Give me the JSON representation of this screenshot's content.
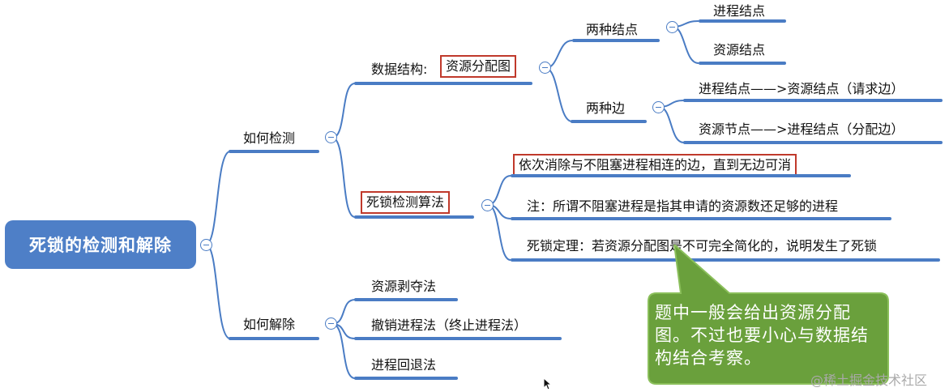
{
  "root": {
    "label": "死锁的检测和解除"
  },
  "detect": {
    "label": "如何检测",
    "data_structure": {
      "prefix": "数据结构:",
      "highlight": "资源分配图",
      "two_nodes": {
        "label": "两种结点",
        "children": [
          "进程结点",
          "资源结点"
        ]
      },
      "two_edges": {
        "label": "两种边",
        "children": [
          "进程结点——>资源结点（请求边）",
          "资源节点——>进程结点（分配边）"
        ]
      }
    },
    "algorithm": {
      "label": "死锁检测算法",
      "children": [
        "依次消除与不阻塞进程相连的边，直到无边可消",
        "注：所谓不阻塞进程是指其申请的资源数还足够的进程",
        "死锁定理：若资源分配图是不可完全简化的，说明发生了死锁"
      ]
    }
  },
  "resolve": {
    "label": "如何解除",
    "children": [
      "资源剥夺法",
      "撤销进程法（终止进程法）",
      "进程回退法"
    ]
  },
  "callout": {
    "text": "题中一般会给出资源分配图。不过也要小心与数据结构结合考察。"
  },
  "watermark": "@稀土掘金技术社区",
  "colors": {
    "branch": "#4a7cc4",
    "root_fill": "#4e7fc7",
    "highlight_border": "#c0392b",
    "callout_fill": "#6aa03c"
  }
}
